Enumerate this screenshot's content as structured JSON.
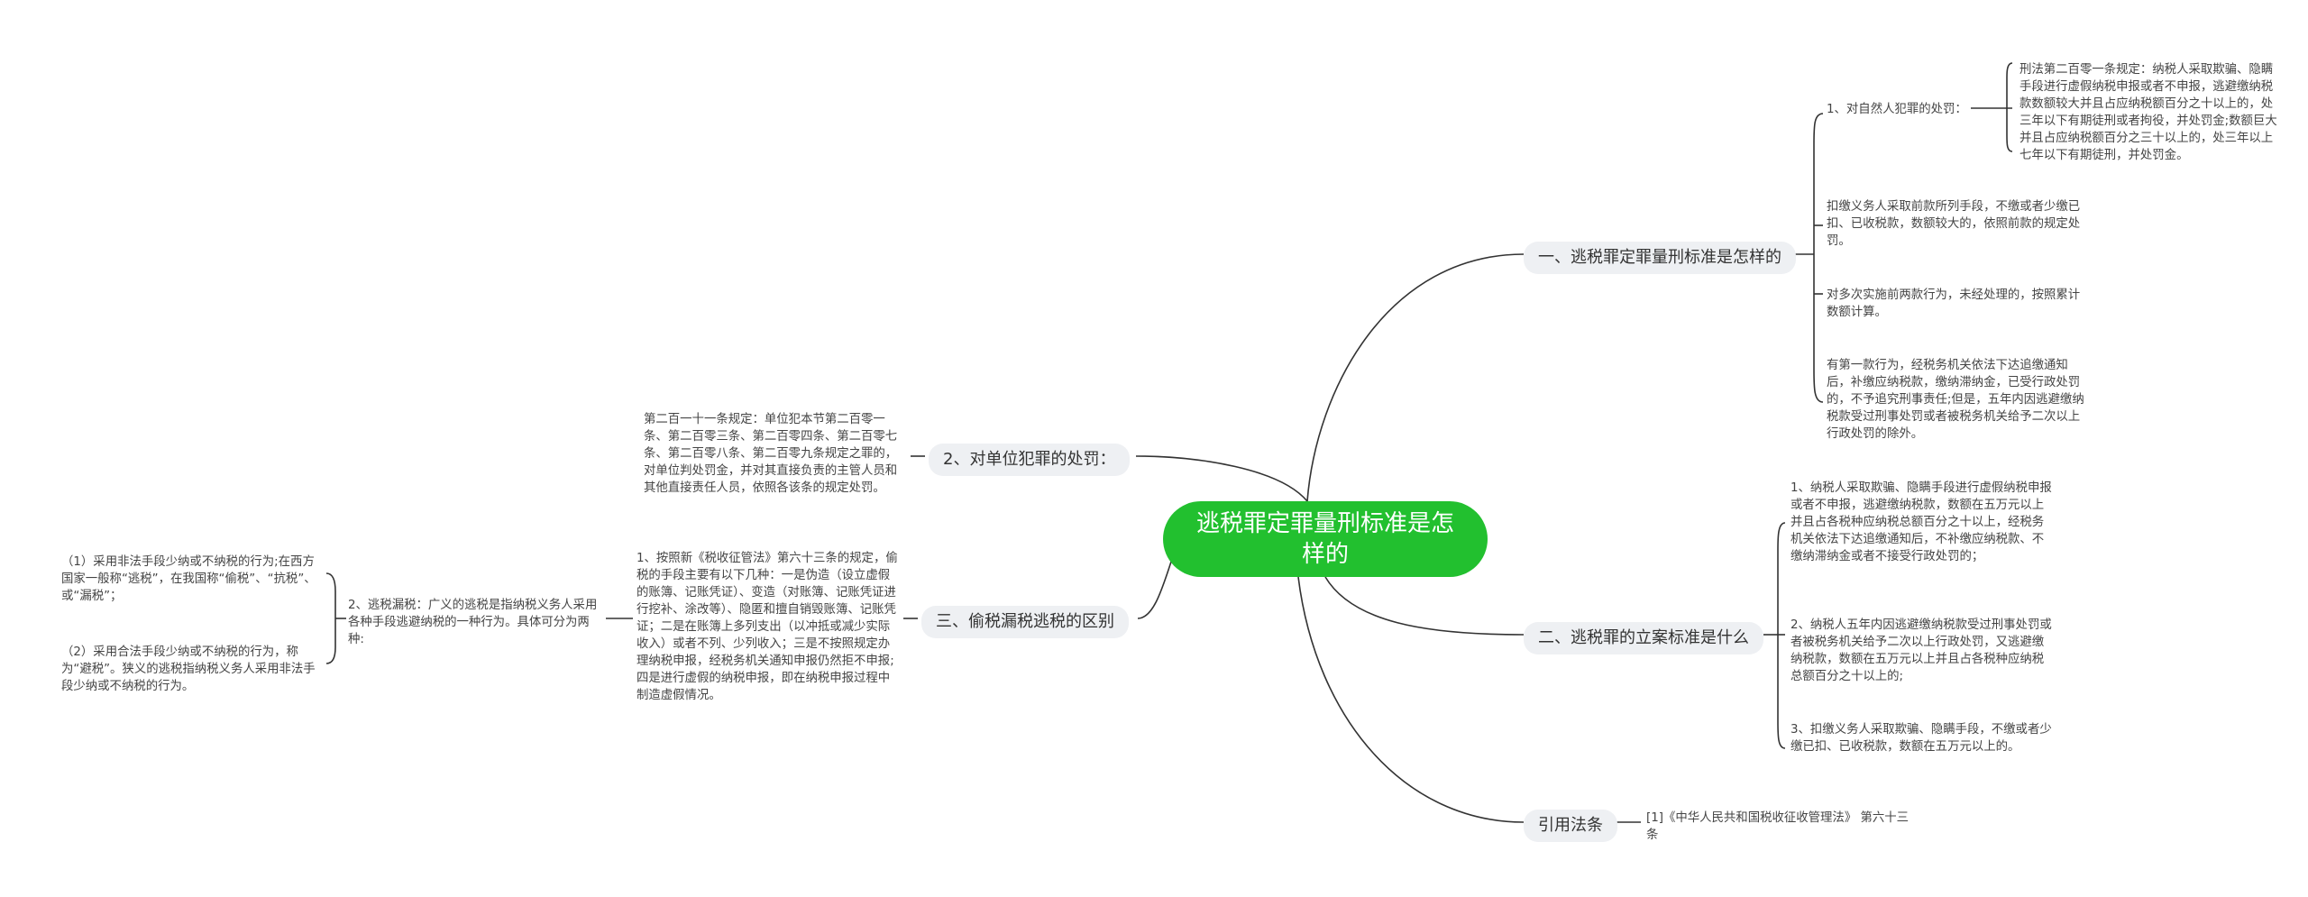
{
  "root": {
    "title": "逃税罪定罪量刑标准是怎样的"
  },
  "branches": {
    "b1": {
      "label": "一、逃税罪定罪量刑标准是怎样的",
      "sub": {
        "label": "1、对自然人犯罪的处罚："
      },
      "leaves": [
        "刑法第二百零一条规定：纳税人采取欺骗、隐瞒手段进行虚假纳税申报或者不申报，逃避缴纳税款数额较大并且占应纳税额百分之十以上的，处三年以下有期徒刑或者拘役，并处罚金;数额巨大并且占应纳税额百分之三十以上的，处三年以上七年以下有期徒刑，并处罚金。",
        "扣缴义务人采取前款所列手段，不缴或者少缴已扣、已收税款，数额较大的，依照前款的规定处罚。",
        "对多次实施前两款行为，未经处理的，按照累计数额计算。",
        "有第一款行为，经税务机关依法下达追缴通知后，补缴应纳税款，缴纳滞纳金，已受行政处罚的，不予追究刑事责任;但是，五年内因逃避缴纳税款受过刑事处罚或者被税务机关给予二次以上行政处罚的除外。"
      ]
    },
    "b2": {
      "label": "二、逃税罪的立案标准是什么",
      "leaves": [
        "1、纳税人采取欺骗、隐瞒手段进行虚假纳税申报或者不申报，逃避缴纳税款，数额在五万元以上并且占各税种应纳税总额百分之十以上，经税务机关依法下达追缴通知后，不补缴应纳税款、不缴纳滞纳金或者不接受行政处罚的；",
        "2、纳税人五年内因逃避缴纳税款受过刑事处罚或者被税务机关给予二次以上行政处罚，又逃避缴纳税款，数额在五万元以上并且占各税种应纳税总额百分之十以上的;",
        "3、扣缴义务人采取欺骗、隐瞒手段，不缴或者少缴已扣、已收税款，数额在五万元以上的。"
      ]
    },
    "b3": {
      "label": "引用法条",
      "leaves": [
        "[1]《中华人民共和国税收征收管理法》 第六十三条"
      ]
    },
    "b4": {
      "label": "2、对单位犯罪的处罚：",
      "leaves": [
        "第二百一十一条规定：单位犯本节第二百零一条、第二百零三条、第二百零四条、第二百零七条、第二百零八条、第二百零九条规定之罪的，对单位判处罚金，并对其直接负责的主管人员和其他直接责任人员，依照各该条的规定处罚。"
      ]
    },
    "b5": {
      "label": "三、偷税漏税逃税的区别",
      "leaf1": "1、按照新《税收征管法》第六十三条的规定，偷税的手段主要有以下几种：一是伪造（设立虚假的账簿、记账凭证）、变造（对账簿、记账凭证进行挖补、涂改等）、隐匿和擅自销毁账簿、记账凭证；二是在账簿上多列支出（以冲抵或减少实际收入）或者不列、少列收入；三是不按照规定办理纳税申报，经税务机关通知申报仍然拒不申报;四是进行虚假的纳税申报，即在纳税申报过程中制造虚假情况。",
      "leaf2": "2、逃税漏税：广义的逃税是指纳税义务人采用各种手段逃避纳税的一种行为。具体可分为两种:",
      "subleaves": [
        "（1）采用非法手段少纳或不纳税的行为;在西方国家一般称“逃税”，在我国称“偷税”、“抗税”、或“漏税”；",
        "（2）采用合法手段少纳或不纳税的行为，称为“避税”。狭义的逃税指纳税义务人采用非法手段少纳或不纳税的行为。"
      ]
    }
  },
  "colors": {
    "root": "#22c02f",
    "branch_bg": "#eef0f3",
    "line": "#333333"
  }
}
